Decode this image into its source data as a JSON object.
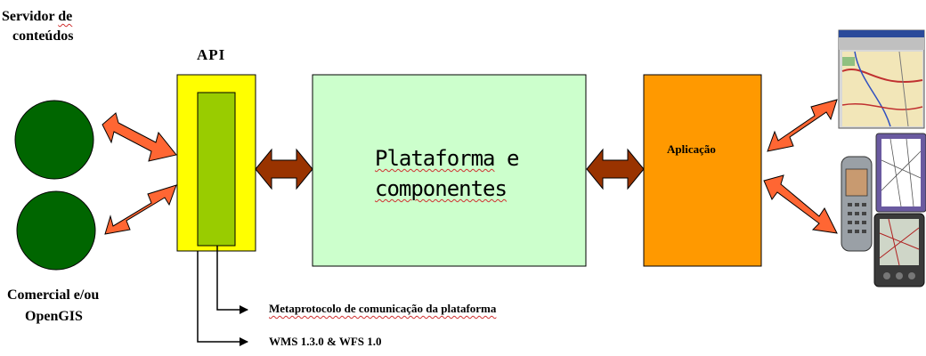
{
  "labels": {
    "server_line1_a": "Servidor",
    "server_line1_b": "de",
    "server_line2": "conteúdos",
    "commercial_line1": "Comercial e/ou",
    "commercial_line2": "OpenGIS",
    "api": "API",
    "platform_line1_a": "Plataforma",
    "platform_line1_b": "e",
    "platform_line2": "componentes",
    "application": "Aplicação",
    "metaprotocol": "Metaprotocolo de comunicação da plataforma",
    "wms": "WMS 1.3.0 & WFS 1.0"
  },
  "colors": {
    "server_circle": "#006600",
    "api_outer": "#ffff00",
    "api_inner": "#99cc00",
    "platform_box": "#ccffcc",
    "application_box": "#ff9900",
    "orange_arrow": "#ff6633",
    "brown_arrow": "#993300"
  }
}
